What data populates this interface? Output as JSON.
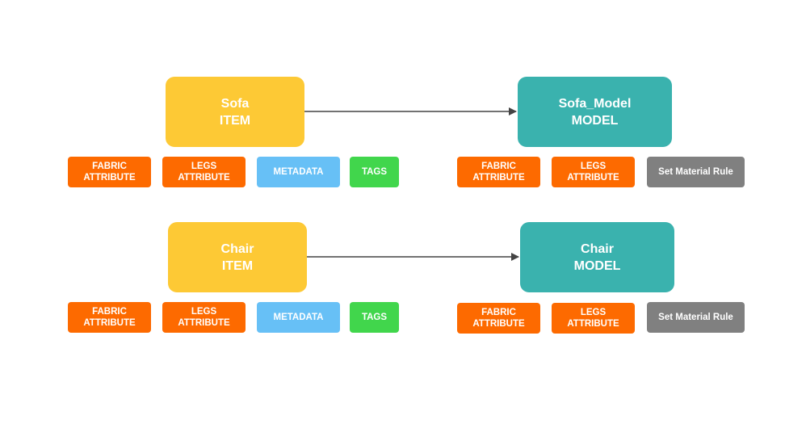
{
  "rows": [
    {
      "source": {
        "name": "Sofa",
        "type": "ITEM"
      },
      "target": {
        "name": "Sofa_Model",
        "type": "MODEL"
      },
      "source_tags": [
        {
          "line1": "FABRIC",
          "line2": "ATTRIBUTE",
          "color": "#fd6a00"
        },
        {
          "line1": "LEGS",
          "line2": "ATTRIBUTE",
          "color": "#fd6a00"
        },
        {
          "line1": "METADATA",
          "line2": "",
          "color": "#67c0f6"
        },
        {
          "line1": "TAGS",
          "line2": "",
          "color": "#41d64c"
        }
      ],
      "target_tags": [
        {
          "line1": "FABRIC",
          "line2": "ATTRIBUTE",
          "color": "#fd6a00"
        },
        {
          "line1": "LEGS",
          "line2": "ATTRIBUTE",
          "color": "#fd6a00"
        },
        {
          "line1": "Set Material Rule",
          "line2": "",
          "color": "#808080"
        }
      ]
    },
    {
      "source": {
        "name": "Chair",
        "type": "ITEM"
      },
      "target": {
        "name": "Chair",
        "type": "MODEL"
      },
      "source_tags": [
        {
          "line1": "FABRIC",
          "line2": "ATTRIBUTE",
          "color": "#fd6a00"
        },
        {
          "line1": "LEGS",
          "line2": "ATTRIBUTE",
          "color": "#fd6a00"
        },
        {
          "line1": "METADATA",
          "line2": "",
          "color": "#67c0f6"
        },
        {
          "line1": "TAGS",
          "line2": "",
          "color": "#41d64c"
        }
      ],
      "target_tags": [
        {
          "line1": "FABRIC",
          "line2": "ATTRIBUTE",
          "color": "#fd6a00"
        },
        {
          "line1": "LEGS",
          "line2": "ATTRIBUTE",
          "color": "#fd6a00"
        },
        {
          "line1": "Set Material Rule",
          "line2": "",
          "color": "#808080"
        }
      ]
    }
  ],
  "colors": {
    "item": "#fdc935",
    "model": "#3ab2ae",
    "edge": "#444444"
  }
}
